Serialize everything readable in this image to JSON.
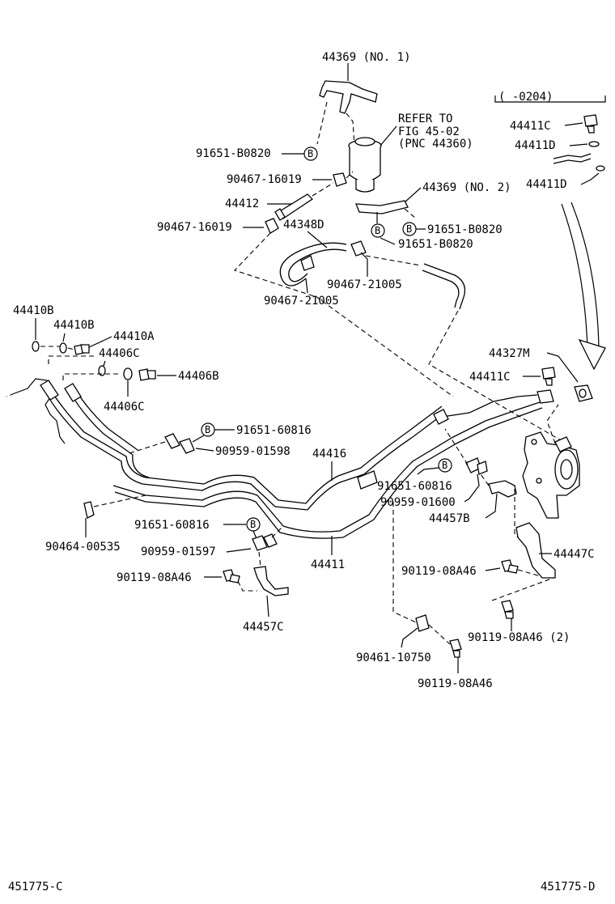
{
  "labels": {
    "l44369no1": "44369 (NO. 1)",
    "refer1": "REFER TO",
    "refer2": "FIG 45-02",
    "refer3": "(PNC 44360)",
    "l91651b0820a": "91651-B0820",
    "l90467_16019a": "90467-16019",
    "l44412": "44412",
    "l90467_16019b": "90467-16019",
    "l44348d": "44348D",
    "l44369no2": "44369 (NO. 2)",
    "l91651b0820b": "91651-B0820",
    "l91651b0820c": "91651-B0820",
    "l90467_21005a": "90467-21005",
    "l90467_21005b": "90467-21005",
    "range": "(    -0204)",
    "l44411c_a": "44411C",
    "l44411d_a": "44411D",
    "l44411d_b": "44411D",
    "l44410b_a": "44410B",
    "l44410b_b": "44410B",
    "l44410a": "44410A",
    "l44406c_a": "44406C",
    "l44406b": "44406B",
    "l44406c_b": "44406C",
    "l44327m": "44327M",
    "l44411c_b": "44411C",
    "l91651_60816a": "91651-60816",
    "l90959_01598": "90959-01598",
    "l44416": "44416",
    "l91651_60816b": "91651-60816",
    "l90959_01600": "90959-01600",
    "l44457b": "44457B",
    "l90464_00535": "90464-00535",
    "l91651_60816c": "91651-60816",
    "l90959_01597": "90959-01597",
    "l44411": "44411",
    "l44447c": "44447C",
    "l90119_08a46a": "90119-08A46",
    "l90119_08a46b": "90119-08A46",
    "l44457c": "44457C",
    "l90119_08a46c": "90119-08A46 (2)",
    "l90461_10750": "90461-10750",
    "l90119_08a46d": "90119-08A46",
    "footer_left": "451775-C",
    "footer_right": "451775-D",
    "b_symbol": "B"
  }
}
